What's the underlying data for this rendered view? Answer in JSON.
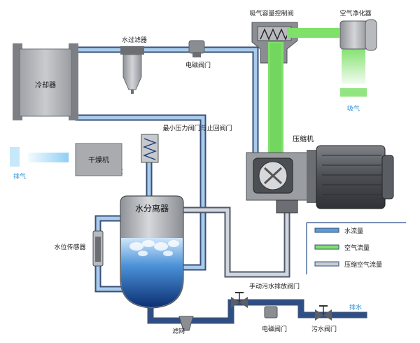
{
  "labels": {
    "cooler": "冷却器",
    "water_filter": "水过滤器",
    "solenoid_valve_top": "电磁阀门",
    "intake_valve": "吸气容量控制阀",
    "air_filter": "空气净化器",
    "intake": "吸气",
    "min_pressure_valve": "最小压力阀门与止回阀门",
    "dryer": "干燥机",
    "exhaust": "排气",
    "compressor": "压缩机",
    "separator": "水分离器",
    "level_sensor": "水位传感器",
    "manual_drain_valve": "手动污水排放阀门",
    "strainer": "滤网",
    "solenoid_valve_bottom": "电磁阀门",
    "drain_valve": "污水阀门",
    "drain": "排水"
  },
  "legend": [
    {
      "label": "水流量",
      "color": "#5a9bd5"
    },
    {
      "label": "空气流量",
      "color": "#7fe06a"
    },
    {
      "label": "压缩空气流量",
      "color": "#c8cdd2"
    }
  ],
  "colors": {
    "pipe_water": "#9cc3e6",
    "pipe_outline": "#3a4f78",
    "air_green": "#7fe06a",
    "drain_dark": "#2b4f8a",
    "equipment": "#a9abae"
  }
}
